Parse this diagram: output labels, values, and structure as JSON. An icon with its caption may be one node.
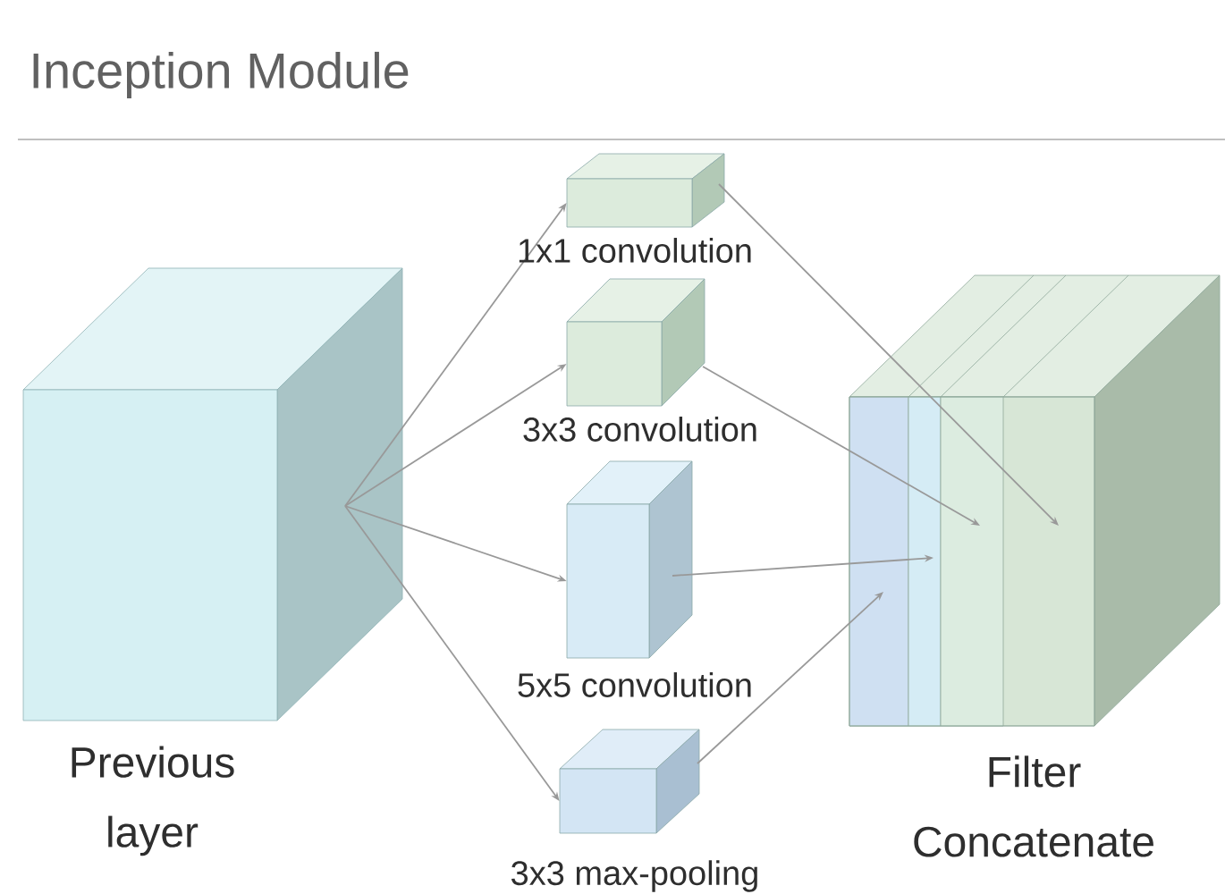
{
  "diagram": {
    "title": "Inception Module",
    "nodes": [
      {
        "text": [
          "Previous layer"
        ]
      },
      {
        "text": [
          "1x1 convolution"
        ]
      },
      {
        "text": [
          "3x3 convolution"
        ]
      },
      {
        "text": [
          "5x5 convolution"
        ]
      },
      {
        "text": [
          "3x3 max-pooling"
        ]
      },
      {
        "text": [
          "Filter Concatenate"
        ]
      }
    ],
    "edges": [
      {
        "from": 0,
        "to": 1,
        "arrow": "to"
      },
      {
        "from": 0,
        "to": 2,
        "arrow": "to"
      },
      {
        "from": 0,
        "to": 3,
        "arrow": "to"
      },
      {
        "from": 0,
        "to": 4,
        "arrow": "to"
      },
      {
        "from": 1,
        "to": 5,
        "arrow": "to"
      },
      {
        "from": 2,
        "to": 5,
        "arrow": "to"
      },
      {
        "from": 3,
        "to": 5,
        "arrow": "to"
      },
      {
        "from": 4,
        "to": 5,
        "arrow": "to"
      }
    ]
  }
}
